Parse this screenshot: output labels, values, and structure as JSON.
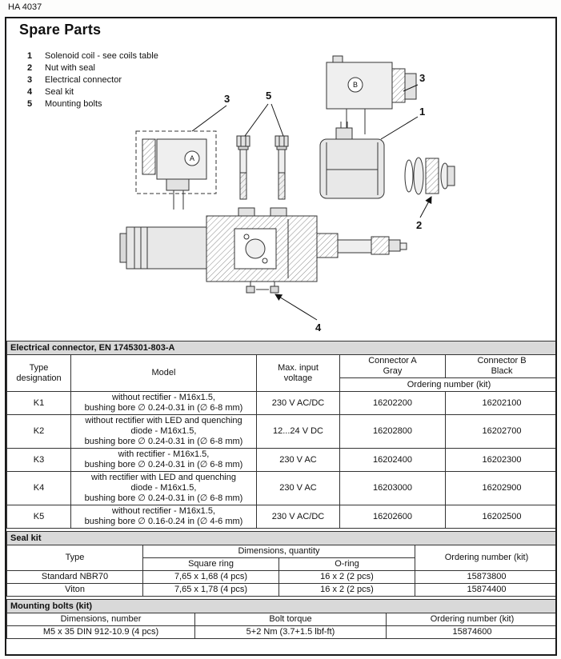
{
  "page": {
    "doc_code": "HA 4037",
    "title": "Spare Parts"
  },
  "parts_list": {
    "items": [
      {
        "num": "1",
        "label": "Solenoid coil - see coils table"
      },
      {
        "num": "2",
        "label": "Nut with seal"
      },
      {
        "num": "3",
        "label": "Electrical connector"
      },
      {
        "num": "4",
        "label": "Seal kit"
      },
      {
        "num": "5",
        "label": "Mounting bolts"
      }
    ]
  },
  "diagram": {
    "callouts": {
      "c3_left": "3",
      "c5": "5",
      "c3_right": "3",
      "c1": "1",
      "c2": "2",
      "c4": "4"
    },
    "labels": {
      "connector_a": "A",
      "connector_b": "B"
    }
  },
  "connector_table": {
    "section_title": "Electrical connector, EN 1745301-803-A",
    "headers": {
      "type": "Type\ndesignation",
      "model": "Model",
      "voltage": "Max. input\nvoltage",
      "conn_a": "Connector A\nGray",
      "conn_b": "Connector B\nBlack",
      "ordering": "Ordering number (kit)"
    },
    "rows": [
      {
        "type": "K1",
        "model": "without rectifier - M16x1.5,\nbushing bore ∅ 0.24-0.31 in (∅ 6-8 mm)",
        "voltage": "230 V AC/DC",
        "order_a": "16202200",
        "order_b": "16202100"
      },
      {
        "type": "K2",
        "model": "without rectifier with LED and quenching\ndiode - M16x1.5,\nbushing bore ∅ 0.24-0.31 in (∅ 6-8 mm)",
        "voltage": "12...24 V DC",
        "order_a": "16202800",
        "order_b": "16202700"
      },
      {
        "type": "K3",
        "model": "with rectifier - M16x1.5,\nbushing bore ∅ 0.24-0.31 in (∅ 6-8 mm)",
        "voltage": "230 V AC",
        "order_a": "16202400",
        "order_b": "16202300"
      },
      {
        "type": "K4",
        "model": "with rectifier with LED and quenching\ndiode - M16x1.5,\nbushing bore ∅ 0.24-0.31 in (∅ 6-8 mm)",
        "voltage": "230 V AC",
        "order_a": "16203000",
        "order_b": "16202900"
      },
      {
        "type": "K5",
        "model": "without rectifier - M16x1.5,\nbushing bore ∅ 0.16-0.24 in (∅ 4-6 mm)",
        "voltage": "230 V AC/DC",
        "order_a": "16202600",
        "order_b": "16202500"
      }
    ]
  },
  "seal_kit_table": {
    "section_title": "Seal kit",
    "headers": {
      "type": "Type",
      "dimensions": "Dimensions, quantity",
      "square_ring": "Square ring",
      "o_ring": "O-ring",
      "ordering": "Ordering number (kit)"
    },
    "rows": [
      {
        "type": "Standard NBR70",
        "square_ring": "7,65 x 1,68 (4 pcs)",
        "o_ring": "16 x 2 (2 pcs)",
        "ordering": "15873800"
      },
      {
        "type": "Viton",
        "square_ring": "7,65 x 1,78 (4 pcs)",
        "o_ring": "16 x 2 (2 pcs)",
        "ordering": "15874400"
      }
    ]
  },
  "mounting_bolts_table": {
    "section_title": "Mounting bolts (kit)",
    "headers": {
      "dimensions": "Dimensions, number",
      "torque": "Bolt torque",
      "ordering": "Ordering number (kit)"
    },
    "rows": [
      {
        "dimensions": "M5 x 35 DIN 912-10.9 (4 pcs)",
        "torque": "5+2 Nm (3.7+1.5 lbf-ft)",
        "ordering": "15874600"
      }
    ]
  }
}
